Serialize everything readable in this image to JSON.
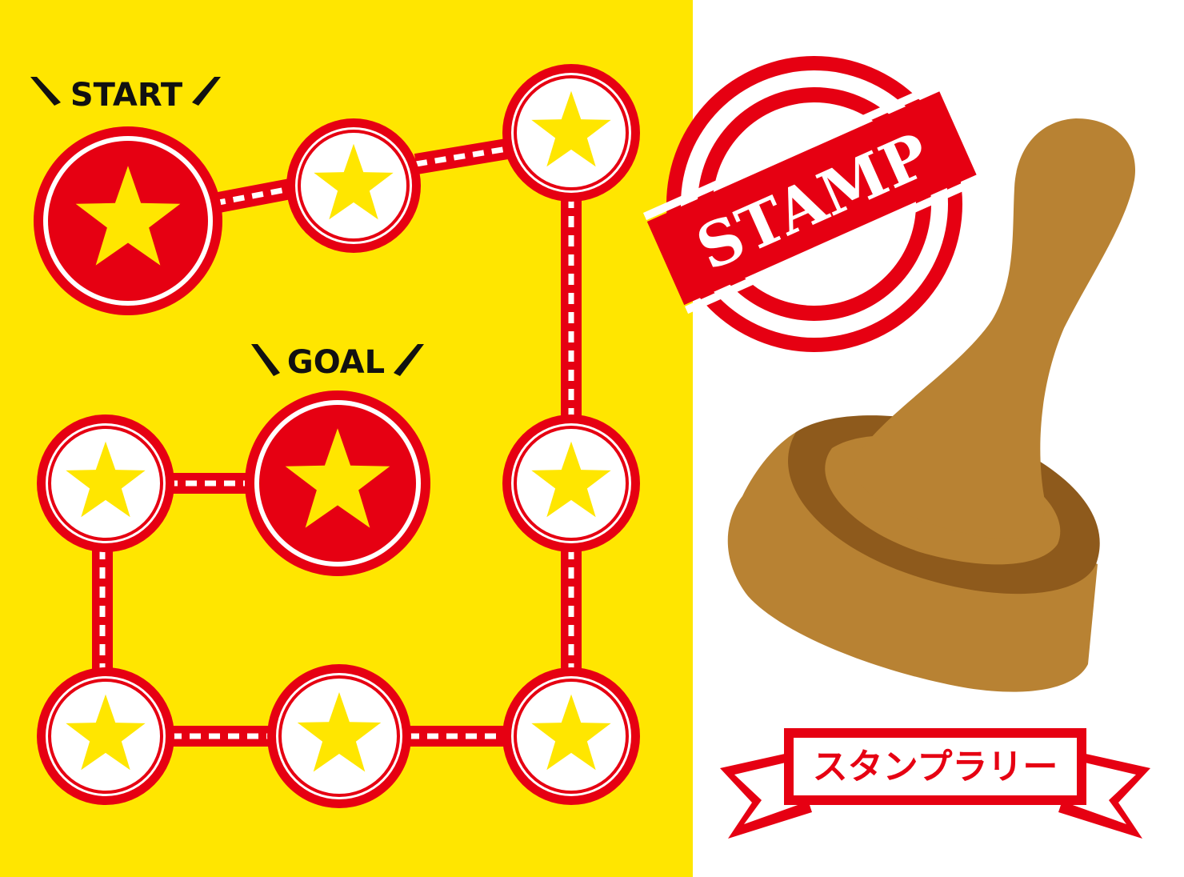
{
  "labels": {
    "start": "START",
    "goal": "GOAL"
  },
  "stamp_seal": {
    "text": "STAMP"
  },
  "banner": {
    "text": "スタンプラリー"
  },
  "rally_path": {
    "total_stamps": 9,
    "start_stamp": "filled",
    "goal_stamp": "filled",
    "empty_stamps": 7
  },
  "icons": {
    "stamp_spot": "star-icon",
    "stamp_tool": "wooden-stamp-icon",
    "seal": "stamp-seal-icon",
    "banner": "ribbon-banner-icon"
  },
  "colors": {
    "background_left": "#FFE600",
    "background_right": "#FFFFFF",
    "accent_red": "#E60012",
    "star_yellow": "#FFE600",
    "wood_light": "#B88233",
    "wood_dark": "#8E5A1C"
  }
}
